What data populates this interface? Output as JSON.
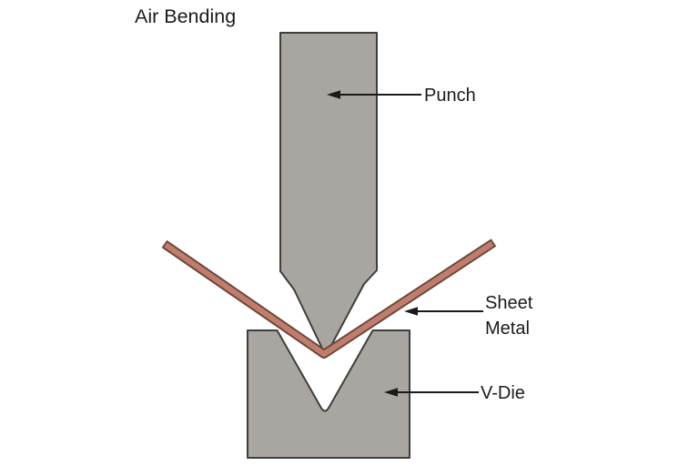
{
  "title": "Air Bending",
  "labels": {
    "punch": "Punch",
    "sheet_metal_line1": "Sheet",
    "sheet_metal_line2": "Metal",
    "v_die": "V-Die"
  },
  "colors": {
    "background": "#ffffff",
    "tool_fill": "#a9a6a1",
    "tool_outline": "#3e3e3c",
    "sheet_fill": "#bf7d6d",
    "sheet_outline": "#6b4438",
    "annotation": "#1a1a1a",
    "text": "#1b1b1b"
  }
}
